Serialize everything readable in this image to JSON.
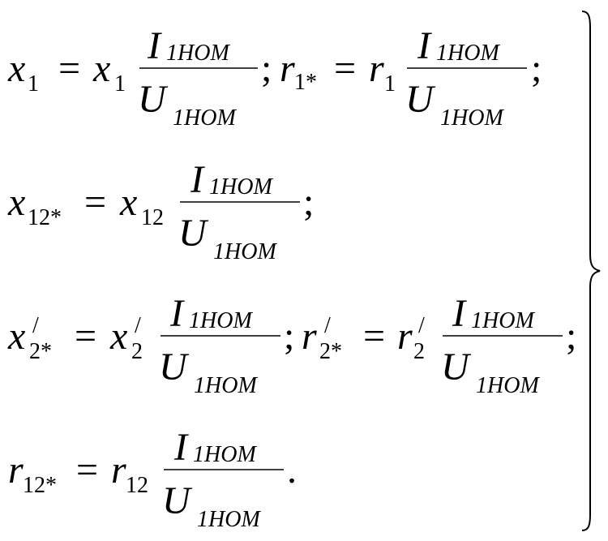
{
  "system": {
    "rows": [
      {
        "id": "row1",
        "lhs1": {
          "var": "x",
          "sub": "1"
        },
        "eq": "=",
        "rhs1": {
          "var": "x",
          "sub": "1"
        },
        "frac1": {
          "num_var": "I",
          "num_sub": "1HOM",
          "den_var": "U",
          "den_sub": "1HOM"
        },
        "sep": ";",
        "lhs2": {
          "var": "r",
          "sub": "1*"
        },
        "rhs2": {
          "var": "r",
          "sub": "1"
        },
        "frac2": {
          "num_var": "I",
          "num_sub": "1HOM",
          "den_var": "U",
          "den_sub": "1HOM"
        },
        "end": ";"
      },
      {
        "id": "row2",
        "lhs1": {
          "var": "x",
          "sub": "12*"
        },
        "eq": "=",
        "rhs1": {
          "var": "x",
          "sub": "12"
        },
        "frac1": {
          "num_var": "I",
          "num_sub": "1HOM",
          "den_var": "U",
          "den_sub": "1HOM"
        },
        "end": ";"
      },
      {
        "id": "row3",
        "lhs1": {
          "var": "x",
          "prime": "/",
          "sub": "2*"
        },
        "eq": "=",
        "rhs1": {
          "var": "x",
          "prime": "/",
          "sub": "2"
        },
        "frac1": {
          "num_var": "I",
          "num_sub": "1HOM",
          "den_var": "U",
          "den_sub": "1HOM"
        },
        "sep": ";",
        "lhs2": {
          "var": "r",
          "prime": "/",
          "sub": "2*"
        },
        "rhs2": {
          "var": "r",
          "prime": "/",
          "sub": "2"
        },
        "frac2": {
          "num_var": "I",
          "num_sub": "1HOM",
          "den_var": "U",
          "den_sub": "1HOM"
        },
        "end": ";"
      },
      {
        "id": "row4",
        "lhs1": {
          "var": "r",
          "sub": "12*"
        },
        "eq": "=",
        "rhs1": {
          "var": "r",
          "sub": "12"
        },
        "frac1": {
          "num_var": "I",
          "num_sub": "1HOM",
          "den_var": "U",
          "den_sub": "1HOM"
        },
        "end": "."
      }
    ]
  }
}
